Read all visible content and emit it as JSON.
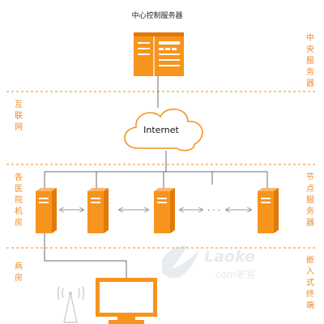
{
  "title": "中心控制服务器",
  "internet_label": "Internet",
  "ellipsis": "· · ·",
  "zones": [
    {
      "id": "central",
      "left": "",
      "right": "中央服务器"
    },
    {
      "id": "internet",
      "left": "互联网",
      "right": ""
    },
    {
      "id": "hospitals",
      "left": "各医院机房",
      "right": "节点服务器"
    },
    {
      "id": "ward",
      "left": "病房",
      "right": "嵌入式终端"
    }
  ],
  "watermark": {
    "logo_text": "Laoke",
    "sub_text": ".com老客"
  },
  "colors": {
    "accent": "#F7941D",
    "accent_dark": "#E07A0B",
    "label_orange": "#F08A2A",
    "divider": "#F2A04D",
    "line": "#6B6B6B",
    "arrow": "#9A9A9A",
    "watermark": "#E6EBEF"
  }
}
